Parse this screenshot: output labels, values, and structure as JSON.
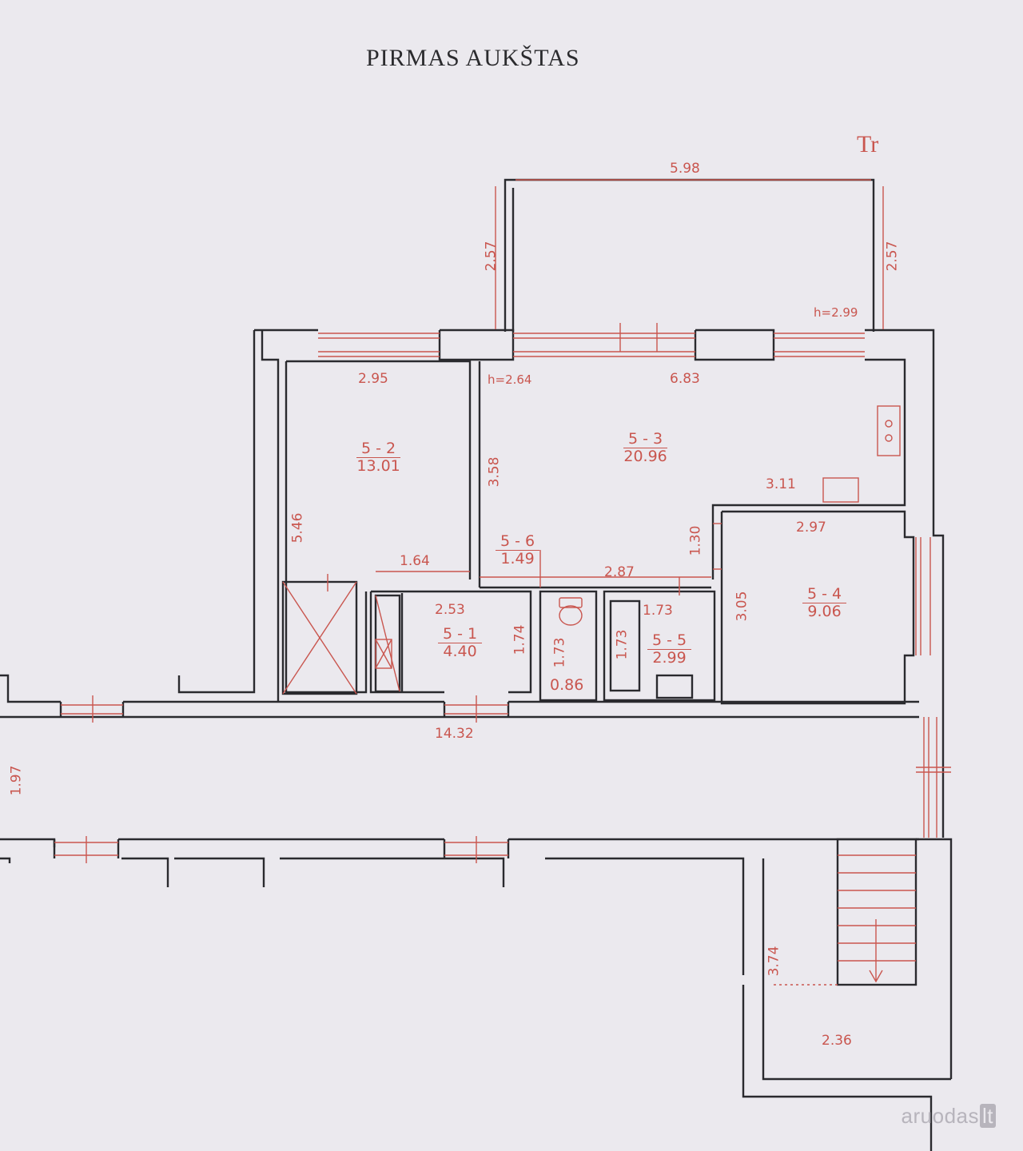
{
  "title": "PIRMAS AUKŠTAS",
  "north_mark": "Tr",
  "balcony": {
    "width": "5.98",
    "depth_left": "2.57",
    "depth_right": "2.57",
    "height": "h=2.99"
  },
  "dimensions": {
    "room2_width": "2.95",
    "room2_height": "5.46",
    "room2_bottom": "1.64",
    "room3_height_note": "h=2.64",
    "room3_width": "6.83",
    "room3_depth": "3.58",
    "kitchen_len": "3.11",
    "room3_lower_h": "1.30",
    "room4_width": "2.97",
    "room4_height": "3.05",
    "hall_len": "2.87",
    "room1_width": "2.53",
    "room1_height": "1.74",
    "wc_height": "1.73",
    "bath_height": "1.73",
    "bath_width": "1.73",
    "corridor_len": "14.32",
    "corridor_width": "1.97",
    "stair_len": "3.74",
    "stair_width": "2.36"
  },
  "rooms": [
    {
      "id": "5 - 1",
      "area": "4.40"
    },
    {
      "id": "5 - 2",
      "area": "13.01"
    },
    {
      "id": "5 - 3",
      "area": "20.96"
    },
    {
      "id": "5 - 4",
      "area": "9.06"
    },
    {
      "id": "5 - 5",
      "area": "2.99"
    },
    {
      "id": "5 - 6",
      "area": "1.49"
    }
  ],
  "wc_area": "0.86",
  "watermark": {
    "brand": "aruodas",
    "suffix": "lt"
  }
}
